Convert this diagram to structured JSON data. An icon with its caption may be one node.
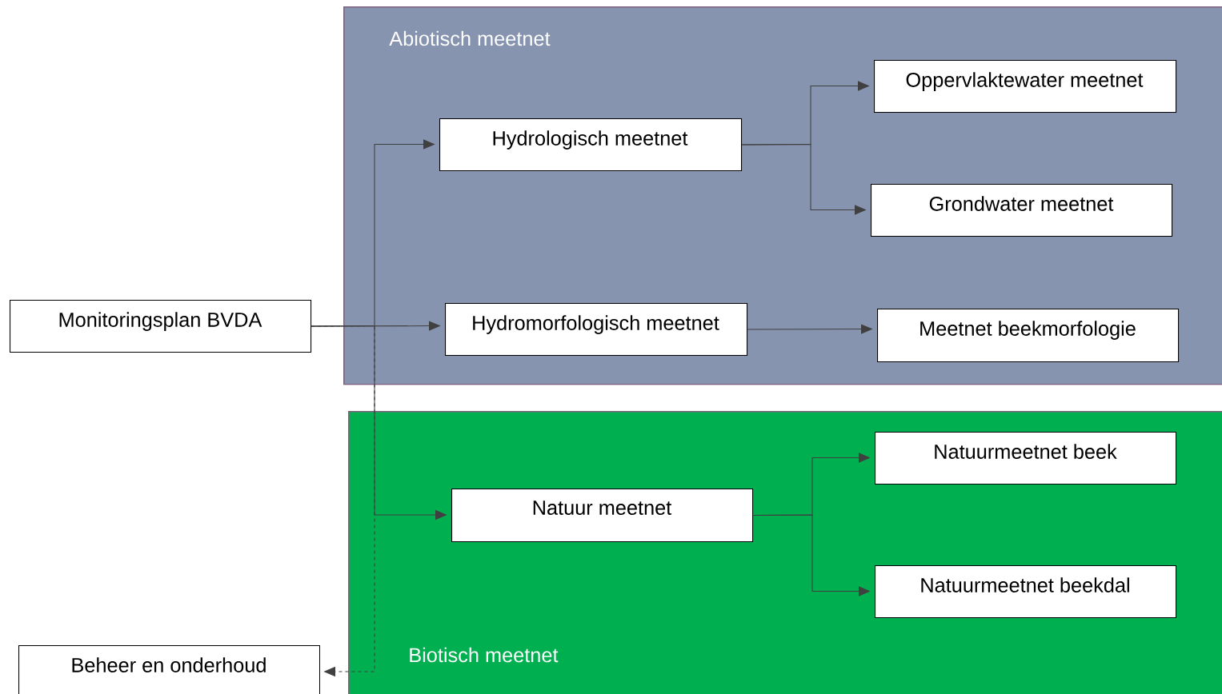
{
  "diagram": {
    "nodes": [
      {
        "text": [
          "Abiotisch meetnet"
        ]
      },
      {
        "text": [
          "Hydrologisch meetnet"
        ],
        "in": 0
      },
      {
        "text": [
          "Oppervlaktewater meetnet"
        ],
        "in": 0
      },
      {
        "text": [
          "Grondwater meetnet"
        ],
        "in": 0
      },
      {
        "text": [
          "Hydromorfologisch meetnet"
        ],
        "in": 0
      },
      {
        "text": [
          "Meetnet beekmorfologie"
        ],
        "in": 0
      },
      {
        "text": [
          "Monitoringsplan BVDA"
        ]
      },
      {
        "text": [
          "Biotisch meetnet"
        ]
      },
      {
        "text": [
          "Natuurmeetnet beek"
        ],
        "in": 7
      },
      {
        "text": [
          "Natuur meetnet"
        ],
        "in": 7
      },
      {
        "text": [
          "Natuurmeetnet beekdal"
        ],
        "in": 7
      },
      {
        "text": [
          "Beheer en onderhoud"
        ]
      }
    ],
    "edges": [
      {
        "from": 6,
        "to": 4,
        "arrow": "to"
      },
      {
        "from": 6,
        "to": 1,
        "arrow": "to"
      },
      {
        "from": 6,
        "to": 9,
        "arrow": "to"
      },
      {
        "from": 6,
        "to": 11,
        "arrow": "to",
        "style": "dashed"
      },
      {
        "from": 1,
        "to": 2,
        "arrow": "to"
      },
      {
        "from": 1,
        "to": 3,
        "arrow": "to"
      },
      {
        "from": 4,
        "to": 5,
        "arrow": "to"
      },
      {
        "from": 9,
        "to": 8,
        "arrow": "to"
      },
      {
        "from": 9,
        "to": 10,
        "arrow": "to"
      }
    ]
  }
}
